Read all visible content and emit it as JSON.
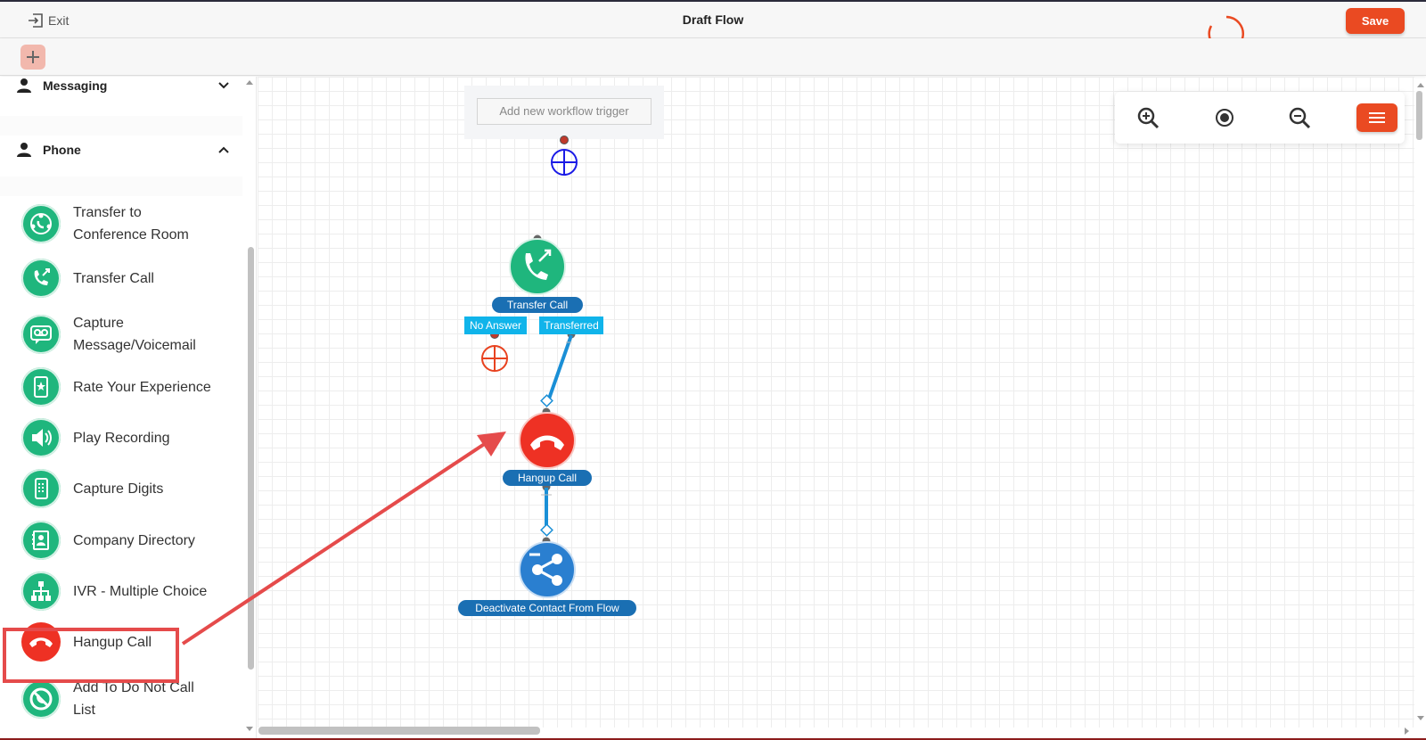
{
  "header": {
    "exit_label": "Exit",
    "title": "Draft Flow",
    "save_label": "Save"
  },
  "sidebar": {
    "sections": [
      {
        "label": "Messaging",
        "expanded": false
      },
      {
        "label": "Phone",
        "expanded": true
      }
    ],
    "items": [
      {
        "label": "Transfer to Conference Room",
        "icon": "conference-room-icon",
        "color": "#1fb67d"
      },
      {
        "label": "Transfer Call",
        "icon": "transfer-call-icon",
        "color": "#1fb67d"
      },
      {
        "label": "Capture Message/Voicemail",
        "icon": "voicemail-icon",
        "color": "#1fb67d"
      },
      {
        "label": "Rate Your Experience",
        "icon": "rate-experience-icon",
        "color": "#1fb67d"
      },
      {
        "label": "Play Recording",
        "icon": "speaker-icon",
        "color": "#1fb67d"
      },
      {
        "label": "Capture Digits",
        "icon": "keypad-phone-icon",
        "color": "#1fb67d"
      },
      {
        "label": "Company Directory",
        "icon": "directory-icon",
        "color": "#1fb67d"
      },
      {
        "label": "IVR - Multiple Choice",
        "icon": "ivr-tree-icon",
        "color": "#1fb67d"
      },
      {
        "label": "Hangup Call",
        "icon": "hangup-phone-icon",
        "color": "#ee3124"
      },
      {
        "label": "Add To Do Not Call List",
        "icon": "do-not-call-icon",
        "color": "#1fb67d"
      }
    ]
  },
  "canvas": {
    "trigger_label": "Add new workflow trigger",
    "nodes": {
      "transfer_call": "Transfer Call",
      "no_answer": "No Answer",
      "transferred": "Transferred",
      "hangup_call": "Hangup Call",
      "deactivate": "Deactivate Contact From Flow"
    }
  },
  "colors": {
    "accent": "#ea4a22",
    "green": "#1fb67d",
    "red": "#ee3124",
    "blue_label": "#1a6fb3",
    "branch": "#10b4ea",
    "annotation": "#e54b4b"
  }
}
